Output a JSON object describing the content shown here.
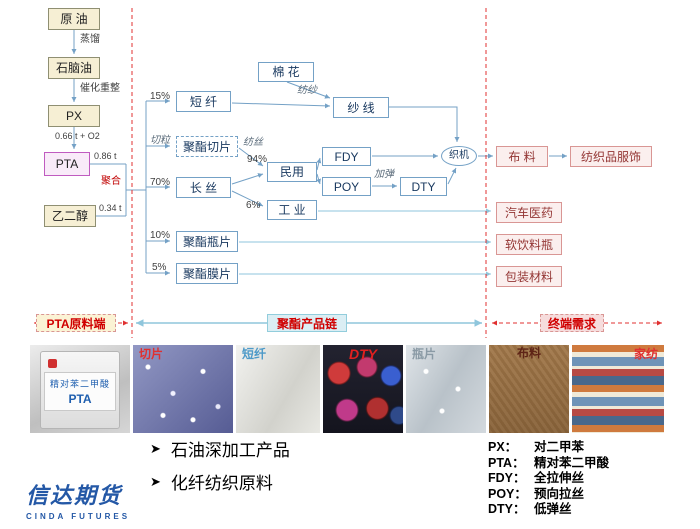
{
  "left_chain": {
    "crude_oil": "原 油",
    "distill": "蒸馏",
    "naphtha": "石脑油",
    "reform": "催化重整",
    "px": "PX",
    "px_to_pta": "0.66 t + O2",
    "pta": "PTA",
    "pta_ratio": "0.86 t",
    "polymerize": "聚合",
    "meg_ratio": "0.34 t",
    "meg": "乙二醇"
  },
  "chain": {
    "cotton": "棉 花",
    "spin_yarn_label": "纺纱",
    "staple": "短 纤",
    "yarn": "纱 线",
    "pct_staple": "15%",
    "granulate_label": "切粒",
    "chips": "聚酯切片",
    "spin_silk_label": "纺丝",
    "pct_civil": "94%",
    "civil": "民用",
    "fdy": "FDY",
    "poy": "POY",
    "texturize_label": "加弹",
    "dty": "DTY",
    "loom": "织机",
    "pct_filament": "70%",
    "filament": "长 丝",
    "pct_industrial": "6%",
    "industrial": "工 业",
    "pct_bottle": "10%",
    "bottle_chip": "聚酯瓶片",
    "pct_film": "5%",
    "film_chip": "聚酯膜片"
  },
  "demand": {
    "fabric": "布 料",
    "apparel": "纺织品服饰",
    "auto_med": "汽车医药",
    "soft_drink": "软饮料瓶",
    "packaging": "包装材料"
  },
  "sections": {
    "left": "PTA原料端",
    "middle": "聚酯产品链",
    "right": "终端需求"
  },
  "photos": {
    "bag_line1": "精对苯二甲酸",
    "bag_line2": "PTA",
    "captions": [
      "切片",
      "短纤",
      "DTY",
      "瓶片",
      "布料",
      "家纺"
    ]
  },
  "bullets": [
    "石油深加工产品",
    "化纤纺织原料"
  ],
  "legend": [
    {
      "abbr": "PX：",
      "full": "对二甲苯"
    },
    {
      "abbr": "PTA：",
      "full": "精对苯二甲酸"
    },
    {
      "abbr": "FDY：",
      "full": "全拉伸丝"
    },
    {
      "abbr": "POY：",
      "full": "预向拉丝"
    },
    {
      "abbr": "DTY：",
      "full": "低弹丝"
    }
  ],
  "logo": {
    "cn": "信达期货",
    "en": "CINDA FUTURES"
  },
  "colors": {
    "node_blue_border": "#74A1C6",
    "demand_border": "#D99694",
    "separator_red": "#E03030",
    "banner_cyan": "#8FC6DC"
  }
}
